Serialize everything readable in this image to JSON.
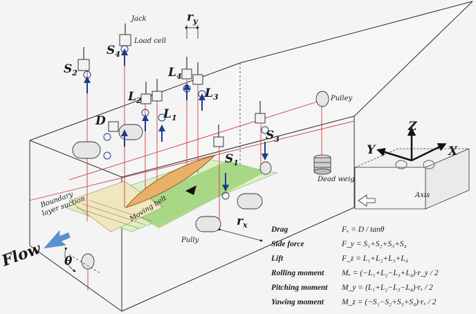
{
  "labels": {
    "jack": "Jack",
    "load_cell": "Load cell",
    "pulley": "Pulley",
    "pully": "Pully",
    "dead_weight": "Dead weight",
    "moving_belt": "Moving belt",
    "boundary_layer_1": "Boundary",
    "boundary_layer_2": "layer suction",
    "flow": "Flow",
    "theta": "θ",
    "axis": "Axis",
    "r_x": "r",
    "r_x_sub": "x",
    "r_y": "r",
    "r_y_sub": "y"
  },
  "sensors": {
    "S1": "S",
    "S1_sub": "1",
    "S2": "S",
    "S2_sub": "2",
    "S3": "S",
    "S3_sub": "3",
    "S4": "S",
    "S4_sub": "4",
    "L1": "L",
    "L1_sub": "1",
    "L2": "L",
    "L2_sub": "2",
    "L3": "L",
    "L3_sub": "3",
    "L4": "L",
    "L4_sub": "4",
    "D": "D"
  },
  "axes": {
    "x": "X",
    "y": "Y",
    "z": "Z"
  },
  "equations": [
    {
      "name": "Drag",
      "formula": "Fₓ = D / tanθ"
    },
    {
      "name": "Side force",
      "formula": "F_y = S₁+S₂+S₃+S₄"
    },
    {
      "name": "Lift",
      "formula": "F_z = L₁+L₂+L₃+L₄"
    },
    {
      "name": "Rolling moment",
      "formula": "Mₓ = (−L₁+L₂−L₃+L₄)·r_y / 2"
    },
    {
      "name": "Pitching moment",
      "formula": "M_y = (L₁+L₂−L₃−L₄)·rₓ / 2"
    },
    {
      "name": "Yawing moment",
      "formula": "M_z = (−S₁−S₂+S₃+S₄)·rₓ / 2"
    }
  ],
  "colors": {
    "arrow": "#1f3c8c",
    "wire": "#d23b3b",
    "belt": "#9fd27a",
    "model": "#eab06a"
  }
}
